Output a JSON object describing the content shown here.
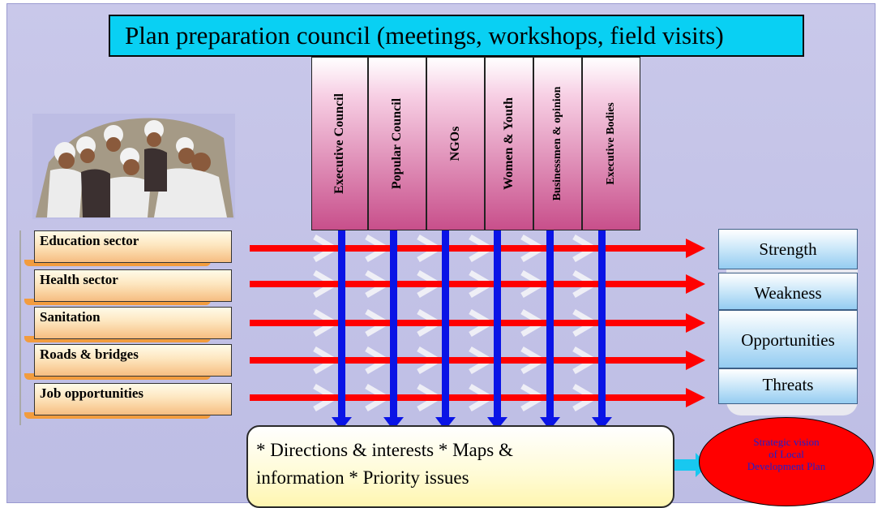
{
  "title": "Plan preparation council (meetings, workshops, field visits)",
  "stakeholders": [
    "Executive Council",
    "Popular Council",
    "NGOs",
    "Women & Youth",
    "Businessmen  & opinion",
    "Executive Bodies"
  ],
  "sectors": [
    "Education sector",
    "Health sector",
    "Sanitation",
    "Roads & bridges",
    "Job opportunities"
  ],
  "swot": [
    "Strength",
    "Weakness",
    "Opportunities",
    "Threats"
  ],
  "outputs": {
    "priorities_line1": "* Directions & interests * Maps &",
    "priorities_line2": "information * Priority issues",
    "vision_line1": "Strategic vision",
    "vision_line2": "of Local",
    "vision_line3": "Development Plan"
  },
  "colors": {
    "title_fill": "#09d0f3",
    "row_arrow": "#ff0000",
    "column_arrow": "#0000ff",
    "vision_fill": "#ff0000",
    "vision_text": "#1c1fd0"
  }
}
